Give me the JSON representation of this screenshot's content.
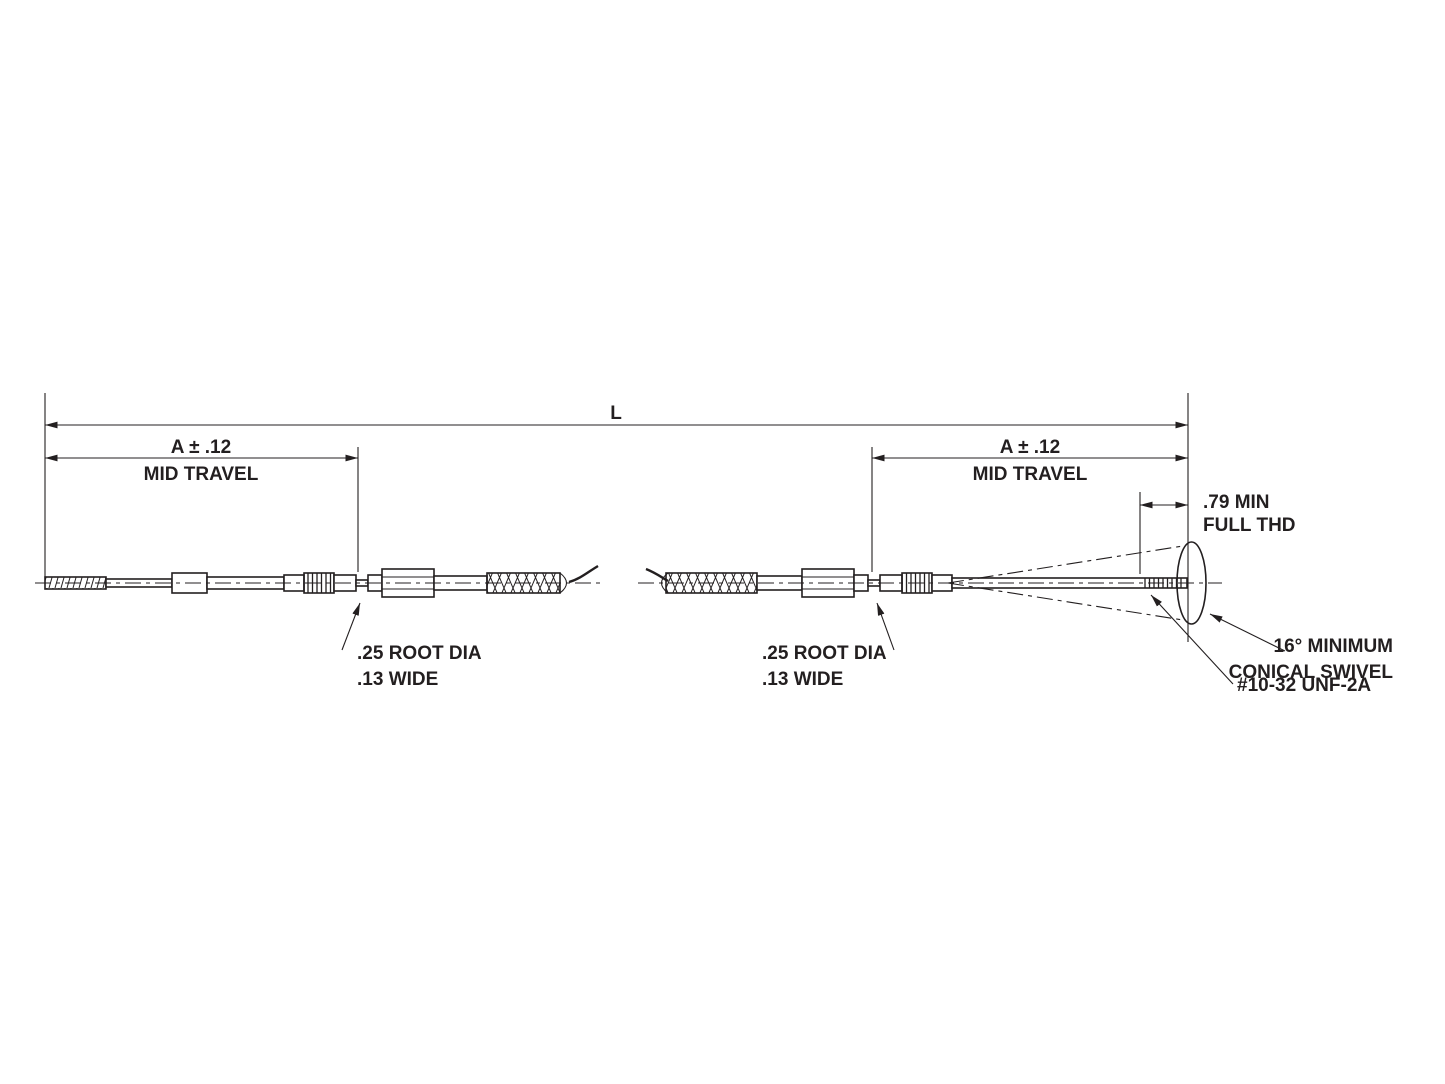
{
  "diagram": {
    "overall_dim": "L",
    "left_travel": {
      "line1": "A ± .12",
      "line2": "MID TRAVEL"
    },
    "right_travel": {
      "line1": "A ± .12",
      "line2": "MID TRAVEL"
    },
    "thread_depth": {
      "line1": ".79 MIN",
      "line2": "FULL THD"
    },
    "left_groove": {
      "line1": ".25 ROOT DIA",
      "line2": ".13 WIDE"
    },
    "right_groove": {
      "line1": ".25 ROOT DIA",
      "line2": ".13 WIDE"
    },
    "thread_spec": "#10-32 UNF-2A",
    "swivel": {
      "line1": "16° MINIMUM",
      "line2": "CONICAL SWIVEL"
    },
    "colors": {
      "line": "#231f20",
      "background": "#ffffff"
    }
  }
}
